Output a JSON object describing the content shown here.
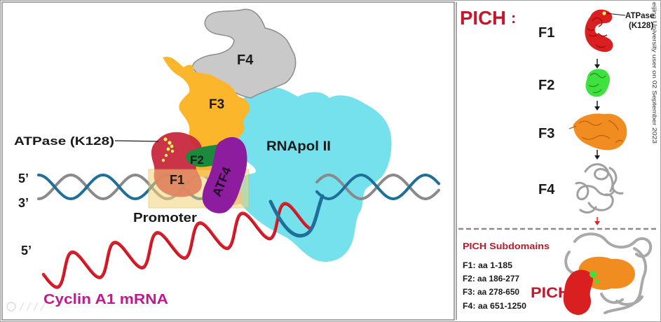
{
  "left": {
    "f4_label": "F4",
    "f3_label": "F3",
    "f2_label": "F2",
    "f1_label": "F1",
    "atf4_label": "ATF4",
    "rnapol_label": "RNApol II",
    "atpase_label": "ATPase (K128)",
    "promoter_label": "Promoter",
    "dna_top_end": "5’",
    "dna_bottom_end": "3’",
    "mrna_end": "5’",
    "mrna_label": "Cyclin A1 mRNA",
    "watermark": "大数跨境"
  },
  "right": {
    "title": "PICH",
    "title_colon": ":",
    "stages": [
      "F1",
      "F2",
      "F3",
      "F4"
    ],
    "atpase_line1": "ATPase",
    "atpase_line2": "(K128)",
    "subdomains_title": "PICH Subdomains",
    "subdomains": [
      "F1: aa 1-185",
      "F2: aa 186-277",
      "F3: aa 278-650",
      "F4: aa 651-1250"
    ],
    "full_protein_label": "PICH"
  },
  "side_note": "eijing University user on 02 September 2023",
  "colors": {
    "dna_strand_a": "#1f6f98",
    "dna_strand_b": "#8a8a8a",
    "mrna": "#dd1f2b",
    "f4": "#c9c9c9",
    "f3": "#fbb62c",
    "f2": "#1c8a3c",
    "f1": "#c8283e",
    "atf4": "#8e1c9e",
    "rnapol": "#74e1ec",
    "promoter": "#f4d27a",
    "pich_red": "#c0182c",
    "mrna_label": "#c2188f",
    "structure_f1": "#d91f1f",
    "structure_f2": "#3fe03f",
    "structure_f3": "#f08c20",
    "structure_f4": "#a0a0a0"
  }
}
